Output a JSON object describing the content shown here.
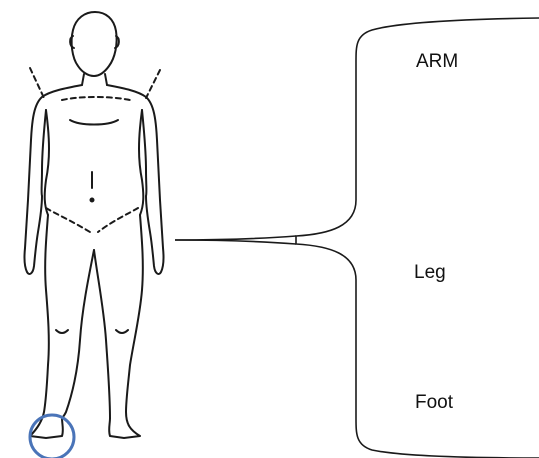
{
  "labels": {
    "arm": "ARM",
    "leg": "Leg",
    "foot": "Foot"
  },
  "colors": {
    "outline": "#1a1a1a",
    "marker_circle": "#4a74b8"
  }
}
